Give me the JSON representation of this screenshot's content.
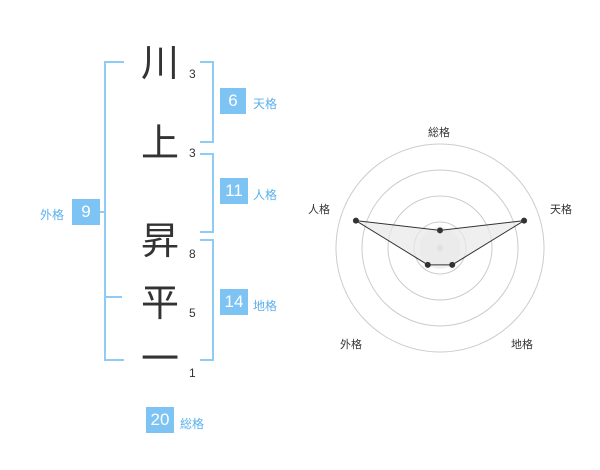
{
  "name_chars": [
    {
      "char": "川",
      "strokes": "3"
    },
    {
      "char": "上",
      "strokes": "3"
    },
    {
      "char": "昇",
      "strokes": "8"
    },
    {
      "char": "平",
      "strokes": "5"
    },
    {
      "char": "一",
      "strokes": "1"
    }
  ],
  "scores": {
    "tenkaku": {
      "value": "6",
      "label": "天格"
    },
    "jinkaku": {
      "value": "11",
      "label": "人格"
    },
    "chikaku": {
      "value": "14",
      "label": "地格"
    },
    "gaikaku": {
      "value": "9",
      "label": "外格"
    },
    "soukaku": {
      "value": "20",
      "label": "総格"
    }
  },
  "chart_data": {
    "type": "radar",
    "axes": [
      "総格",
      "天格",
      "地格",
      "外格",
      "人格"
    ],
    "values": [
      0.17,
      0.85,
      0.2,
      0.2,
      0.85
    ],
    "rings": 4,
    "colors": {
      "line": "#333333",
      "fill": "#e8e8e8",
      "ring": "#cccccc",
      "center": "#cccccc"
    }
  }
}
